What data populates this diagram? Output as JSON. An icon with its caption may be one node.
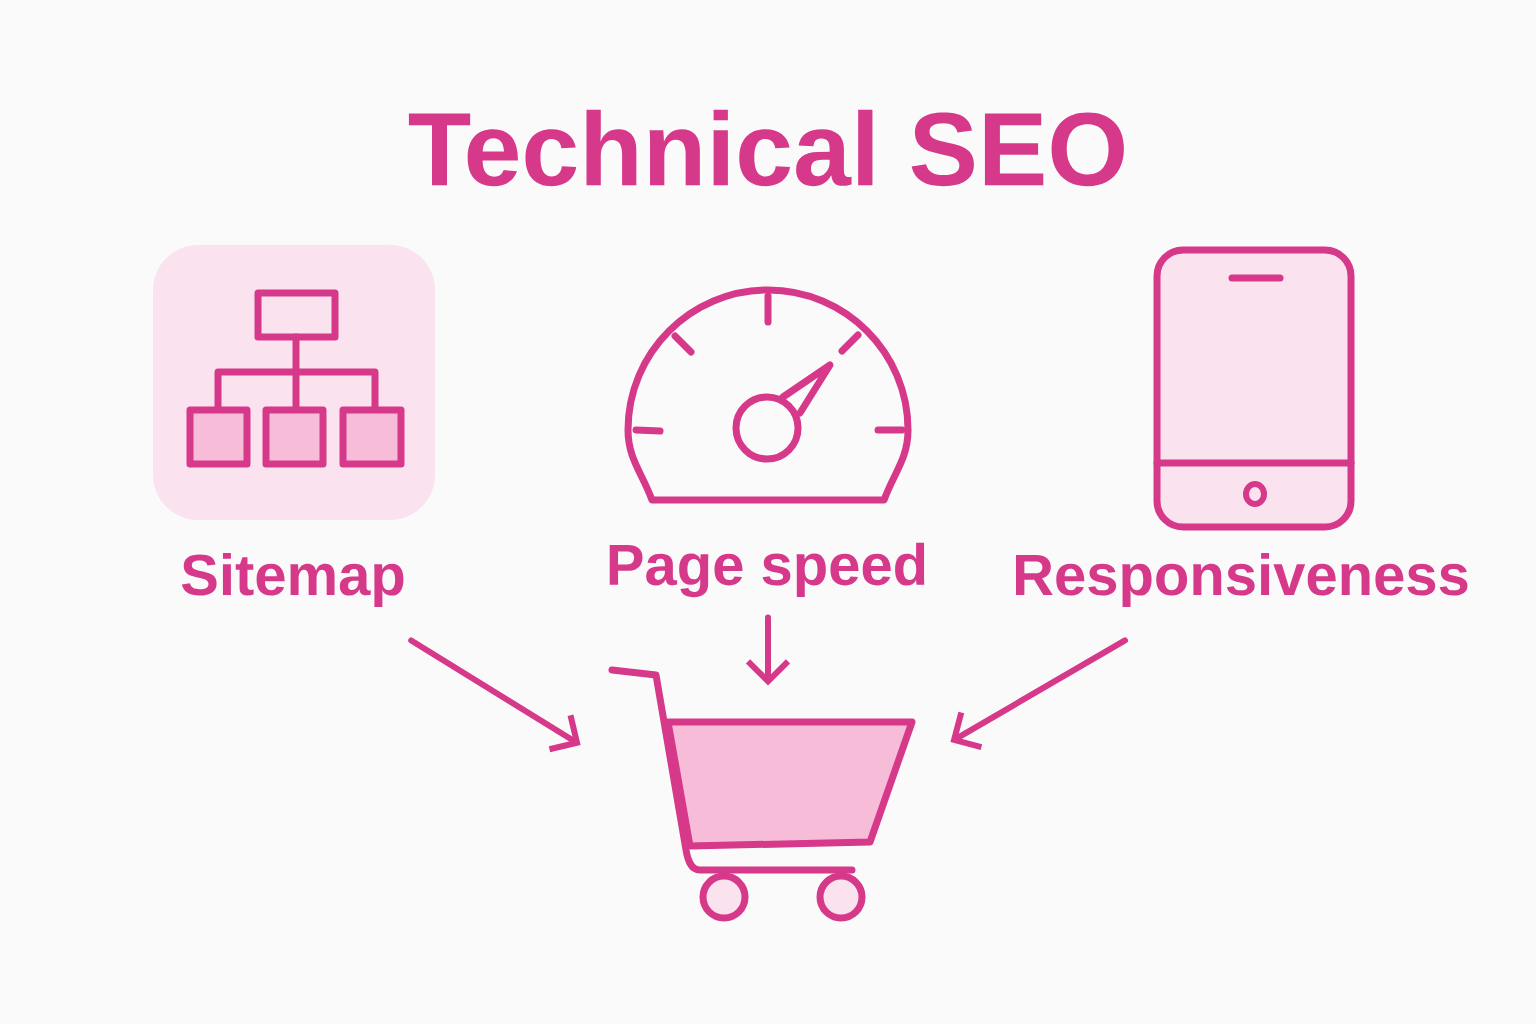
{
  "diagram": {
    "title": "Technical SEO",
    "nodes": [
      {
        "text": [
          "Sitemap"
        ]
      },
      {
        "text": [
          "Page speed"
        ]
      },
      {
        "text": [
          "Responsiveness"
        ]
      },
      {
        "text": [],
        "shape": "picture"
      }
    ],
    "edges": [
      {
        "from": 0,
        "to": 3,
        "arrow": "to"
      },
      {
        "from": 1,
        "to": 3,
        "arrow": "to"
      },
      {
        "from": 2,
        "to": 3,
        "arrow": "to"
      }
    ]
  }
}
